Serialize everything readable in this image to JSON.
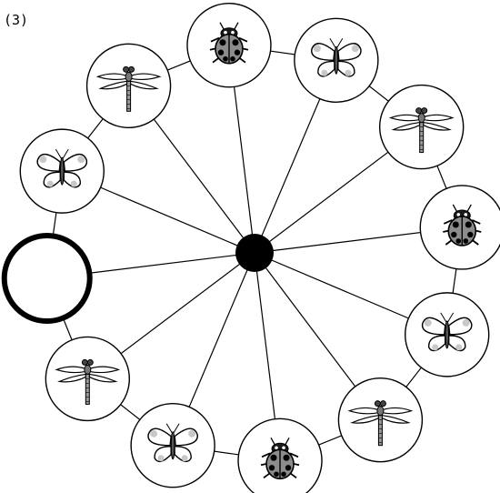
{
  "problem_label": "(3)",
  "wheel": {
    "hub_color": "#000000",
    "blank_slot_index": 9,
    "slots": [
      {
        "creature": "ladybug-icon"
      },
      {
        "creature": "butterfly-icon"
      },
      {
        "creature": "dragonfly-icon"
      },
      {
        "creature": "ladybug-icon"
      },
      {
        "creature": "butterfly-icon"
      },
      {
        "creature": "dragonfly-icon"
      },
      {
        "creature": "ladybug-icon"
      },
      {
        "creature": "butterfly-icon"
      },
      {
        "creature": "dragonfly-icon"
      },
      {
        "creature": "blank"
      },
      {
        "creature": "butterfly-icon"
      },
      {
        "creature": "dragonfly-icon"
      }
    ]
  },
  "colors": {
    "ladybug_shell": "#8c8c8c",
    "butterfly_spot": "#c8c8c8",
    "dragonfly_body": "#999999"
  }
}
